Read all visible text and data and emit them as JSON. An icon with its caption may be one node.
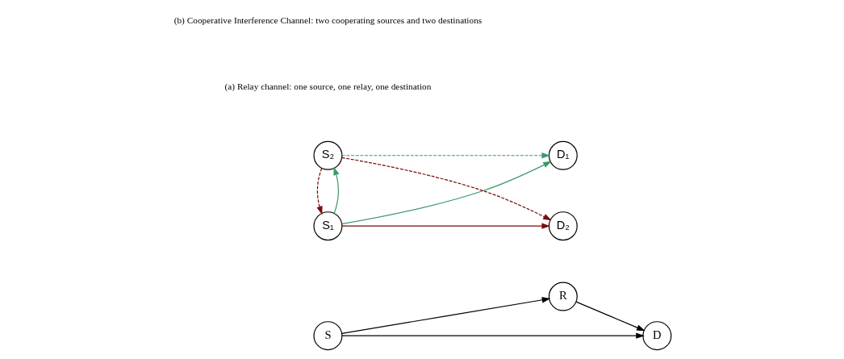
{
  "diagram": {
    "nodes": [
      {
        "text": [
          "S"
        ]
      },
      {
        "text": [
          "R"
        ]
      },
      {
        "text": [
          "D"
        ]
      },
      {
        "text": [
          "S₁"
        ]
      },
      {
        "text": [
          "D₁"
        ]
      },
      {
        "text": [
          "S₂"
        ]
      },
      {
        "text": [
          "D₂"
        ]
      }
    ],
    "edges": [
      {
        "from": 0,
        "to": 1,
        "arrow": "to"
      },
      {
        "from": 1,
        "to": 2,
        "arrow": "to"
      },
      {
        "from": 0,
        "to": 2,
        "arrow": "to"
      },
      {
        "from": 3,
        "to": 4,
        "arrow": "to",
        "color": "#3a9a6a"
      },
      {
        "from": 3,
        "to": 5,
        "arrow": "to",
        "color": "#3a9a6a"
      },
      {
        "from": 5,
        "to": 3,
        "arrow": "to",
        "style": "dashed",
        "color": "#7a0a0a"
      },
      {
        "from": 5,
        "to": 4,
        "arrow": "to",
        "style": "dashed",
        "color": "#3a9a6a"
      },
      {
        "from": 3,
        "to": 6,
        "arrow": "to",
        "color": "#7a0a0a"
      },
      {
        "from": 5,
        "to": 6,
        "arrow": "to",
        "style": "dashed",
        "color": "#7a0a0a"
      }
    ],
    "labels": [
      "(a) Relay channel: one source, one relay, one destination",
      "(b) Cooperative Interference Channel: two cooperating sources and two destinations"
    ]
  }
}
